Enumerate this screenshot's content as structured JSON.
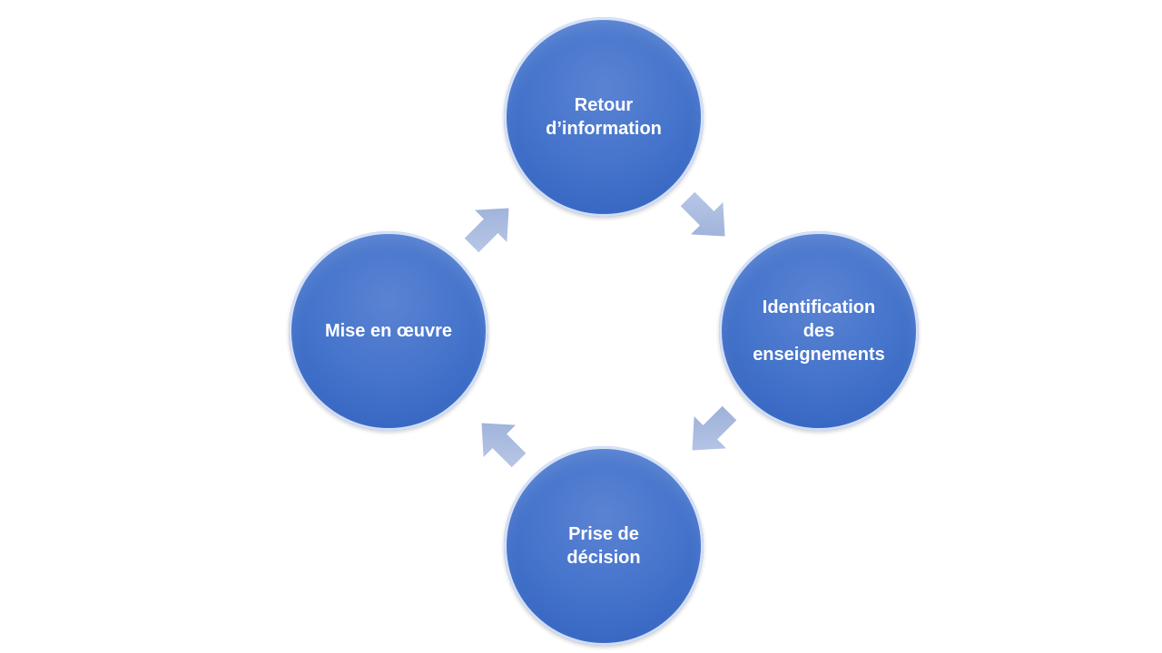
{
  "diagram": {
    "nodes": [
      {
        "id": "top",
        "label": "Retour\nd’information"
      },
      {
        "id": "right",
        "label": "Identification\ndes\nenseignements"
      },
      {
        "id": "bottom",
        "label": "Prise de\ndécision"
      },
      {
        "id": "left",
        "label": "Mise en œuvre"
      }
    ],
    "edges": [
      {
        "from": "top",
        "to": "right"
      },
      {
        "from": "right",
        "to": "bottom"
      },
      {
        "from": "bottom",
        "to": "left"
      },
      {
        "from": "left",
        "to": "top"
      }
    ],
    "colors": {
      "node_fill": "#4675cc",
      "node_border": "#eaf1ff",
      "node_text": "#ffffff",
      "arrow_fill": "#a9b9dc"
    }
  }
}
